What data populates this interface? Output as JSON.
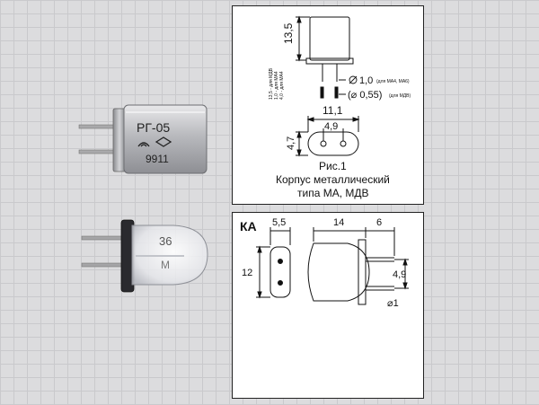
{
  "photo_metal": {
    "marking_line1": "РГ-05",
    "marking_line2": "9911"
  },
  "photo_glass": {
    "marking_line1": "36",
    "marking_line2": "М"
  },
  "drawing_ma": {
    "dim_height": "13,5",
    "side_notes": [
      "13,5 - для МДВ",
      "1,0 - для МА4",
      "4,0 - для МА4"
    ],
    "dim_pin_dia": "1,0",
    "dim_pin_note": "(для МА4, МА6)",
    "dim_pin_dia_alt": "(⌀ 0,55)",
    "dim_pin_alt_note": "(для МДВ)",
    "dim_width": "11,1",
    "dim_pitch": "4,9",
    "dim_depth": "4,7",
    "figure_label": "Рис.1",
    "caption_line1": "Корпус металлический",
    "caption_line2": "типа МА, МДВ"
  },
  "drawing_ka": {
    "title": "КА",
    "dim_base": "5,5",
    "dim_body": "14",
    "dim_pin_len": "6",
    "dim_height": "12",
    "dim_pitch": "4,9",
    "dim_pin_dia": "⌀1"
  }
}
